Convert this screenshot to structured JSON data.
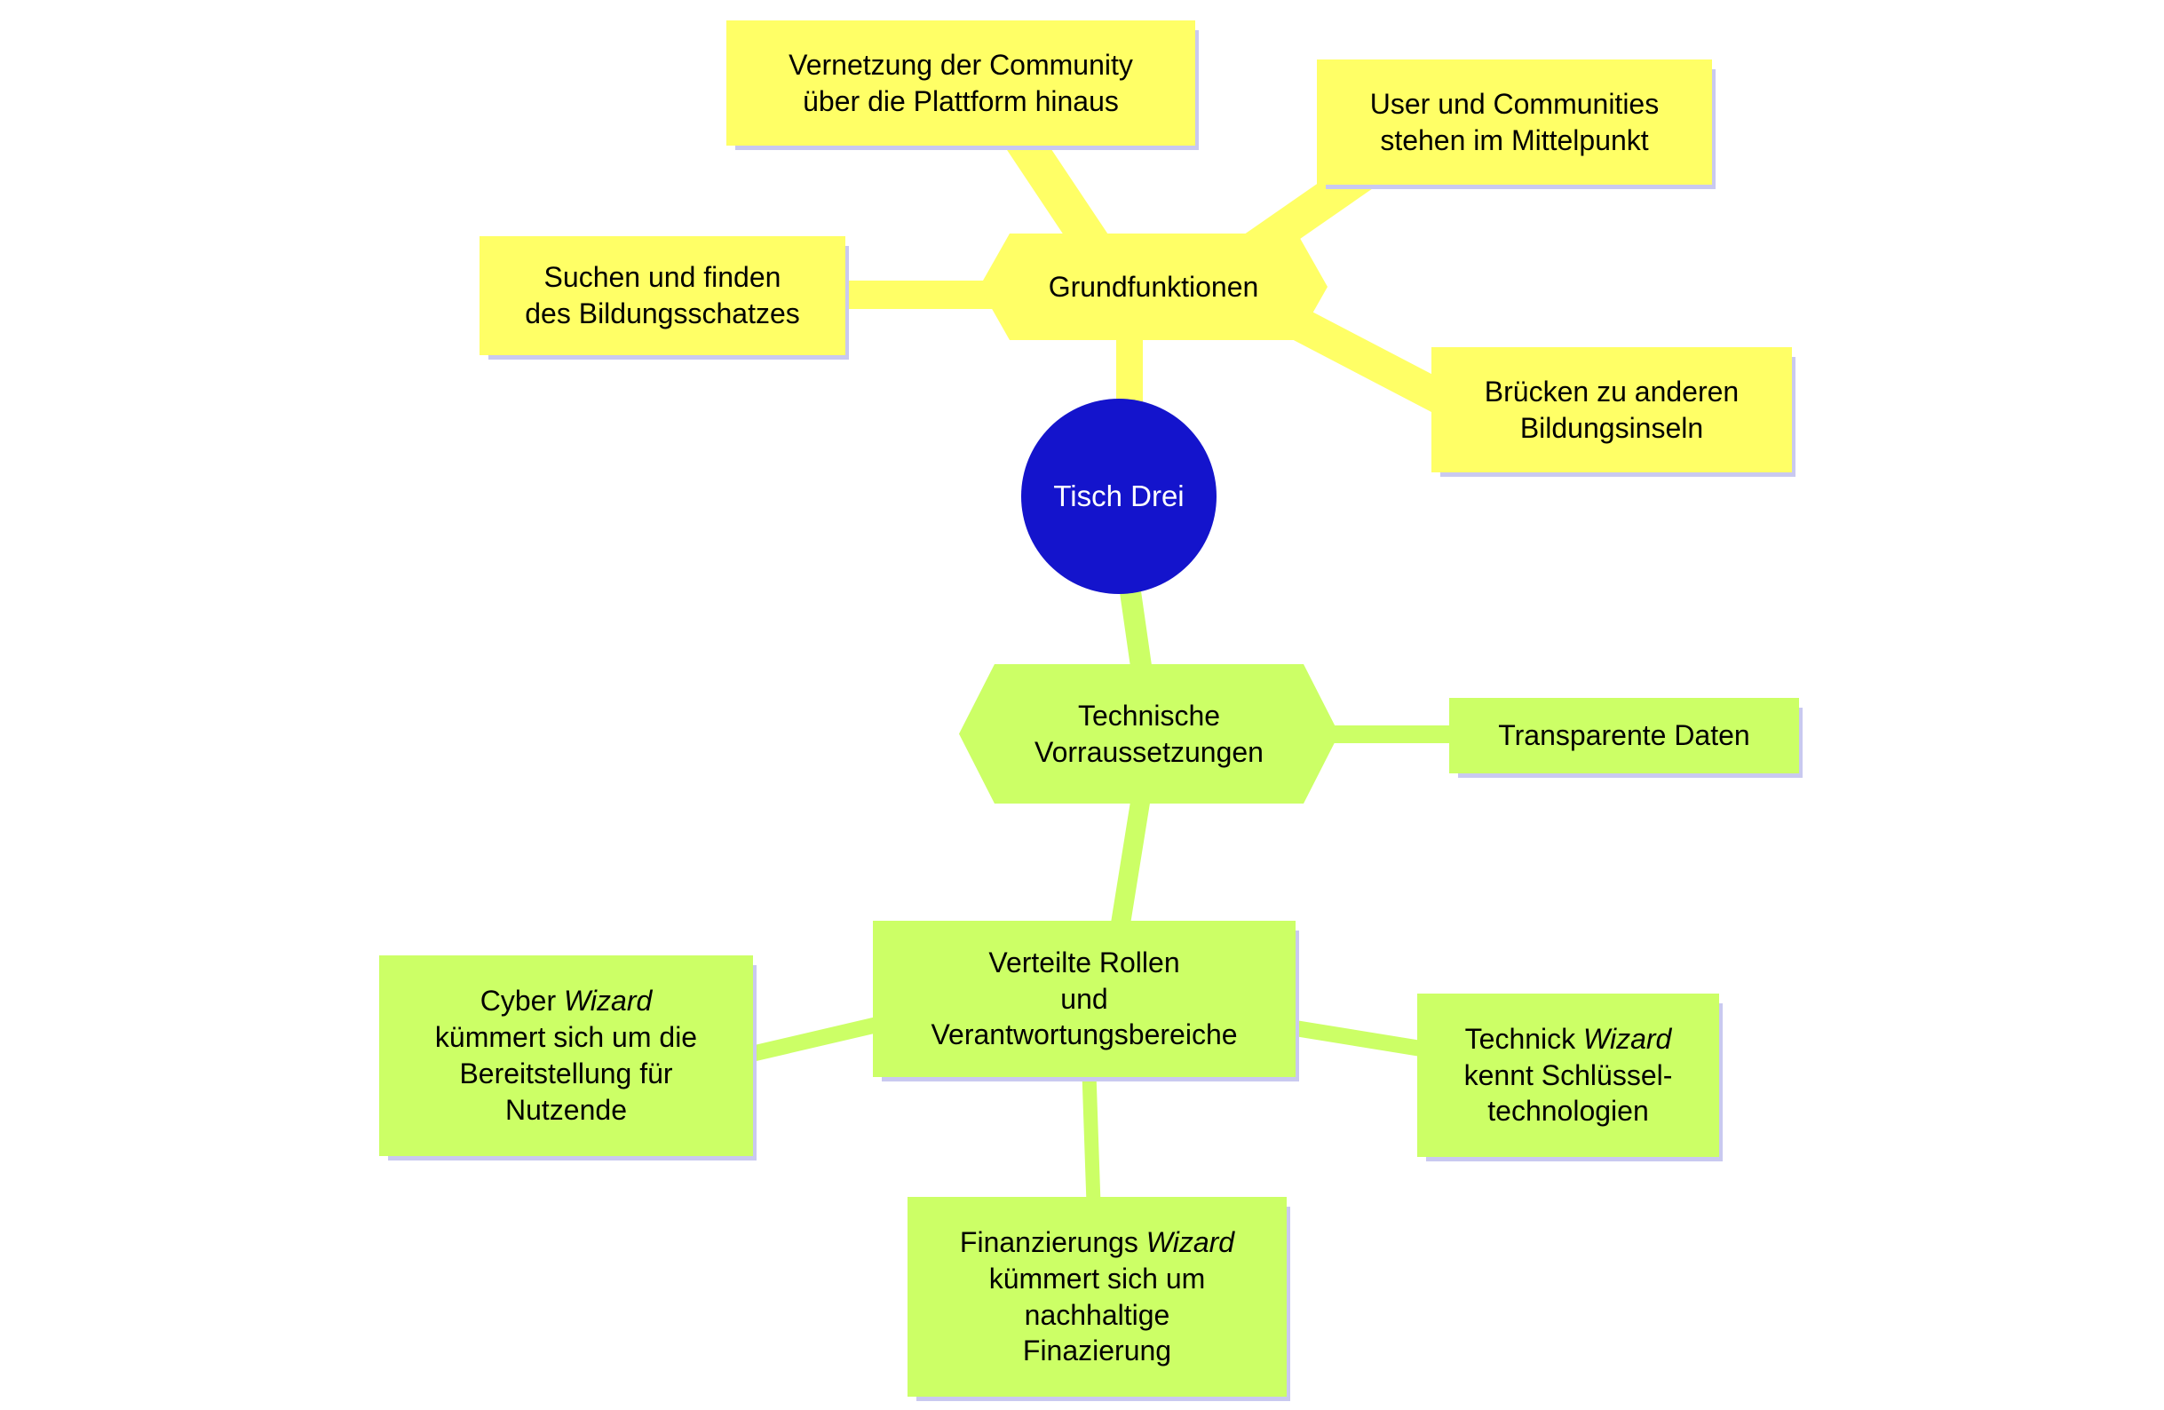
{
  "palette": {
    "canvas": "#ffffff",
    "yellow": "#ffff66",
    "green": "#ccff66",
    "blue": "#1414cc",
    "shadow": "#c9c9f0",
    "text": "#000000",
    "centerText": "#ffffff"
  },
  "nodes": {
    "center": {
      "label": "Tisch Drei"
    },
    "grundfunktionen": {
      "label": "Grundfunktionen"
    },
    "vernetzung": {
      "label": "Vernetzung der Community\nüber die Plattform hinaus"
    },
    "user": {
      "label": "User und Communities\nstehen im Mittelpunkt"
    },
    "suchen": {
      "label": "Suchen und finden\ndes Bildungsschatzes"
    },
    "bruecken": {
      "label": "Brücken zu anderen\nBildungsinseln"
    },
    "technische": {
      "label": "Technische\nVorraussetzungen"
    },
    "transparente": {
      "label": "Transparente Daten"
    },
    "verteilte": {
      "label": "Verteilte Rollen\nund\nVerantwortungsbereiche"
    },
    "cyber": {
      "pre": "Cyber ",
      "em": "Wizard",
      "post": "\nkümmert sich um die\nBereitstellung für\nNutzende"
    },
    "technick": {
      "pre": "Technick ",
      "em": "Wizard",
      "post": "\nkennt Schlüssel-\ntechnologien"
    },
    "finanzierungs": {
      "pre": "Finanzierungs ",
      "em": "Wizard",
      "post": "\nkümmert sich um\nnachhaltige\nFinazierung"
    }
  }
}
